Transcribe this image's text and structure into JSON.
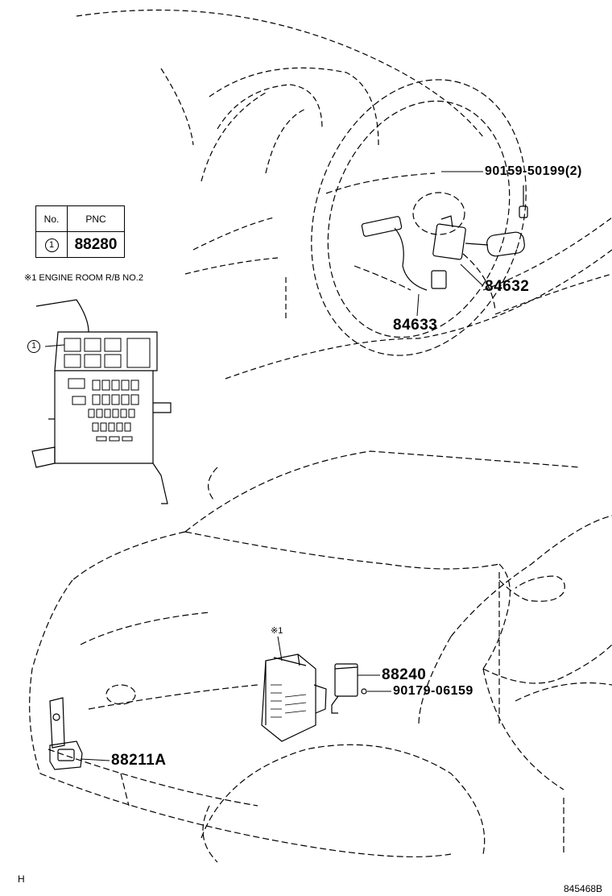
{
  "table": {
    "headers": [
      "No.",
      "PNC"
    ],
    "rows": [
      {
        "no": "1",
        "pnc": "88280"
      }
    ]
  },
  "callout_number": "1",
  "notes": {
    "engine_room": "※1 ENGINE ROOM R/B NO.2",
    "marker": "※1"
  },
  "parts": {
    "bolt_top": "90159-50199(2)",
    "switch_right": "84632",
    "switch_left": "84633",
    "relay": "88240",
    "bolt_bottom": "90179-06159",
    "sensor": "88211A"
  },
  "footer": {
    "left": "H",
    "right": "845468B"
  }
}
